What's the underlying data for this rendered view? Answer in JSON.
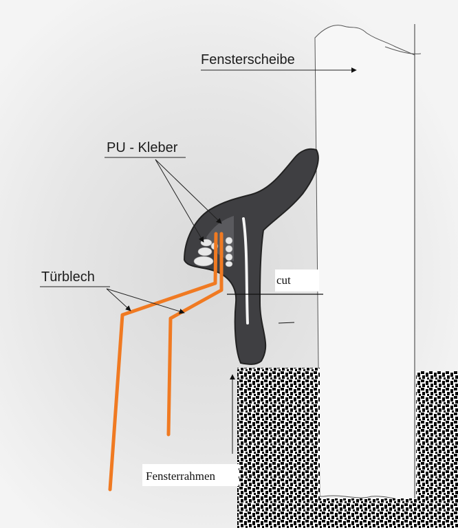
{
  "diagram": {
    "labels": {
      "fensterscheibe": "Fensterscheibe",
      "pu_kleber": "PU - Kleber",
      "tuerblech": "Türblech",
      "cut": "cut",
      "fensterrahmen": "Fensterrahmen"
    },
    "colors": {
      "background": "#efefef",
      "seal": "#3f3f42",
      "sheet_metal": "#f07a22",
      "line": "#222222"
    }
  }
}
